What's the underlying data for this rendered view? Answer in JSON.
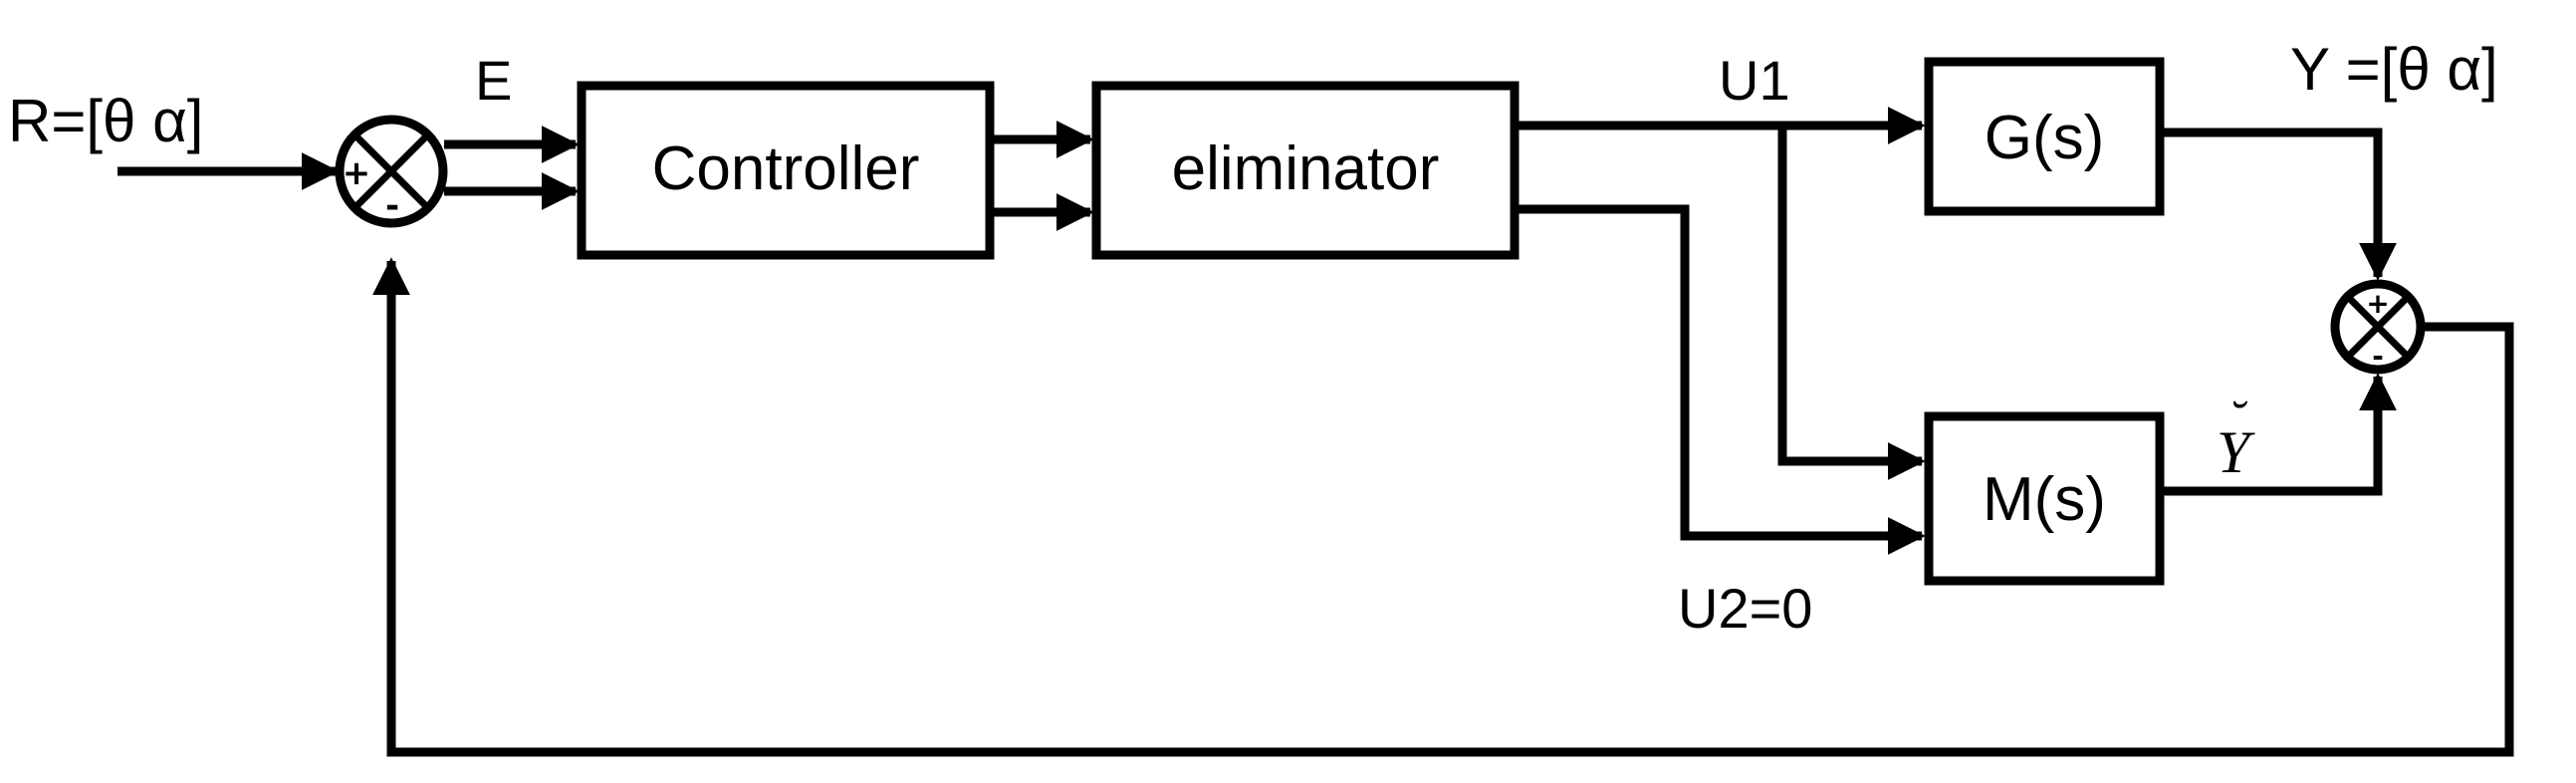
{
  "diagram": {
    "input_label": "R=[θ α]",
    "error_label": "E",
    "controller_label": "Controller",
    "eliminator_label": "eliminator",
    "u1_label": "U1",
    "u2_label": "U2=0",
    "plant_label": "G(s)",
    "model_label": "M(s)",
    "output_label": "Y =[θ α]",
    "model_output_label": "Y",
    "model_output_accent": "˘",
    "sum1_plus": "+",
    "sum1_minus": "-",
    "sum2_plus": "+",
    "sum2_minus": "-",
    "line_color": "#000000"
  }
}
